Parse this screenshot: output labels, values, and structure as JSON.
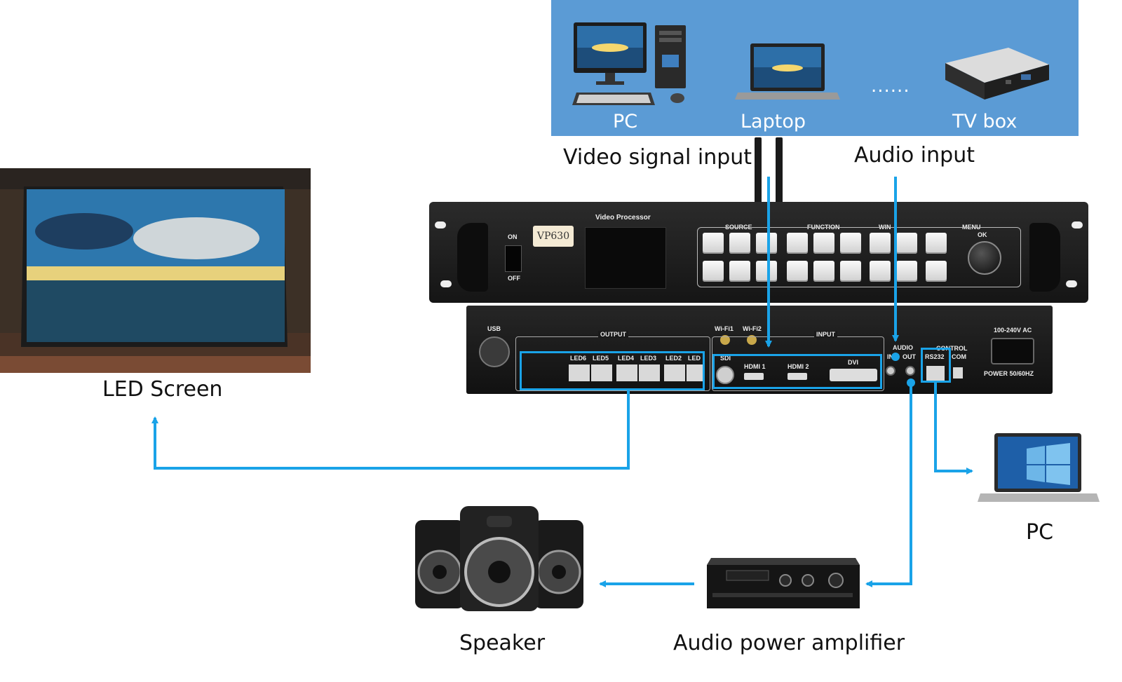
{
  "sources": {
    "pc_label": "PC",
    "laptop_label": "Laptop",
    "ellipsis": "......",
    "tvbox_label": "TV box"
  },
  "captions": {
    "video_signal_input": "Video signal input",
    "audio_input": "Audio input",
    "led_screen": "LED Screen",
    "pc": "PC",
    "speaker": "Speaker",
    "audio_power_amplifier": "Audio power amplifier"
  },
  "device": {
    "title": "Video Processor",
    "model": "VP630",
    "on_label": "ON",
    "off_label": "OFF",
    "source_label": "SOURCE",
    "function_label": "FUNCTION",
    "win_label": "WIN",
    "menu_label": "MENU",
    "ok_label": "OK",
    "usb_label": "USB",
    "output_label": "OUTPUT",
    "input_label": "INPUT",
    "wifi1_label": "Wi-Fi1",
    "wifi2_label": "Wi-Fi2",
    "led_ports": [
      "LED6",
      "LED5",
      "LED4",
      "LED3",
      "LED2",
      "LED"
    ],
    "sdi_label": "SDI",
    "hdmi1_label": "HDMI 1",
    "hdmi2_label": "HDMI 2",
    "dvi_label": "DVI",
    "audio_label": "AUDIO",
    "audio_in_label": "IN",
    "audio_out_label": "OUT",
    "control_label": "CONTROL",
    "rs232_label": "RS232",
    "com_label": "COM",
    "power_rating": "100-240V AC",
    "power_label": "POWER  50/60HZ"
  },
  "colors": {
    "panel_blue": "#5b9bd5",
    "connector_blue": "#1aa3e8"
  }
}
